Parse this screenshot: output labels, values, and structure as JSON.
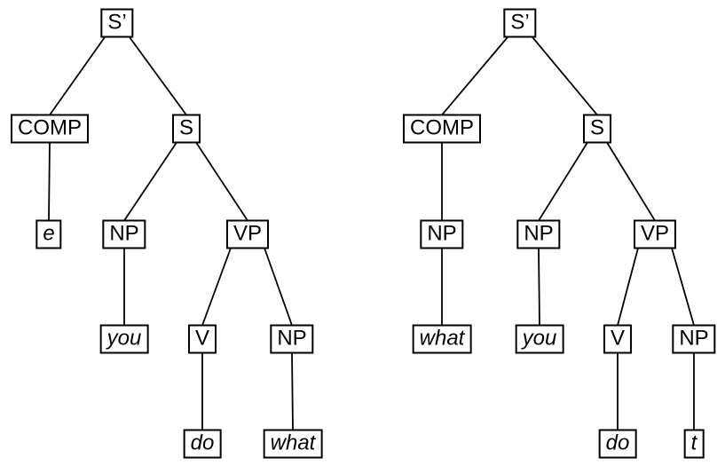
{
  "diagram": {
    "description_label": "syntax-trees",
    "background_color": "#ffffff",
    "line_color": "#000000",
    "box_fill_color": "#ffffff",
    "box_border_color": "#000000",
    "trees": [
      {
        "name": "left-tree",
        "nodes": [
          {
            "id": "L-sprime",
            "label": "S’",
            "italic": false
          },
          {
            "id": "L-comp",
            "label": "COMP",
            "italic": false
          },
          {
            "id": "L-s",
            "label": "S",
            "italic": false
          },
          {
            "id": "L-e",
            "label": "e",
            "italic": true
          },
          {
            "id": "L-np1",
            "label": "NP",
            "italic": false
          },
          {
            "id": "L-vp",
            "label": "VP",
            "italic": false
          },
          {
            "id": "L-you",
            "label": "you",
            "italic": true
          },
          {
            "id": "L-v",
            "label": "V",
            "italic": false
          },
          {
            "id": "L-np2",
            "label": "NP",
            "italic": false
          },
          {
            "id": "L-do",
            "label": "do",
            "italic": true
          },
          {
            "id": "L-what",
            "label": "what",
            "italic": true
          }
        ],
        "edges": [
          {
            "from": "L-sprime",
            "to": "L-comp"
          },
          {
            "from": "L-sprime",
            "to": "L-s"
          },
          {
            "from": "L-comp",
            "to": "L-e"
          },
          {
            "from": "L-s",
            "to": "L-np1"
          },
          {
            "from": "L-s",
            "to": "L-vp"
          },
          {
            "from": "L-np1",
            "to": "L-you"
          },
          {
            "from": "L-vp",
            "to": "L-v"
          },
          {
            "from": "L-vp",
            "to": "L-np2"
          },
          {
            "from": "L-v",
            "to": "L-do"
          },
          {
            "from": "L-np2",
            "to": "L-what"
          }
        ]
      },
      {
        "name": "right-tree",
        "nodes": [
          {
            "id": "R-sprime",
            "label": "S’",
            "italic": false
          },
          {
            "id": "R-comp",
            "label": "COMP",
            "italic": false
          },
          {
            "id": "R-s",
            "label": "S",
            "italic": false
          },
          {
            "id": "R-np1",
            "label": "NP",
            "italic": false
          },
          {
            "id": "R-np2",
            "label": "NP",
            "italic": false
          },
          {
            "id": "R-vp",
            "label": "VP",
            "italic": false
          },
          {
            "id": "R-what",
            "label": "what",
            "italic": true
          },
          {
            "id": "R-you",
            "label": "you",
            "italic": true
          },
          {
            "id": "R-v",
            "label": "V",
            "italic": false
          },
          {
            "id": "R-np3",
            "label": "NP",
            "italic": false
          },
          {
            "id": "R-do",
            "label": "do",
            "italic": true
          },
          {
            "id": "R-t",
            "label": "t",
            "italic": true
          }
        ],
        "edges": [
          {
            "from": "R-sprime",
            "to": "R-comp"
          },
          {
            "from": "R-sprime",
            "to": "R-s"
          },
          {
            "from": "R-comp",
            "to": "R-np1"
          },
          {
            "from": "R-s",
            "to": "R-np2"
          },
          {
            "from": "R-s",
            "to": "R-vp"
          },
          {
            "from": "R-np1",
            "to": "R-what"
          },
          {
            "from": "R-np2",
            "to": "R-you"
          },
          {
            "from": "R-vp",
            "to": "R-v"
          },
          {
            "from": "R-vp",
            "to": "R-np3"
          },
          {
            "from": "R-v",
            "to": "R-do"
          },
          {
            "from": "R-np3",
            "to": "R-t"
          }
        ]
      }
    ]
  }
}
